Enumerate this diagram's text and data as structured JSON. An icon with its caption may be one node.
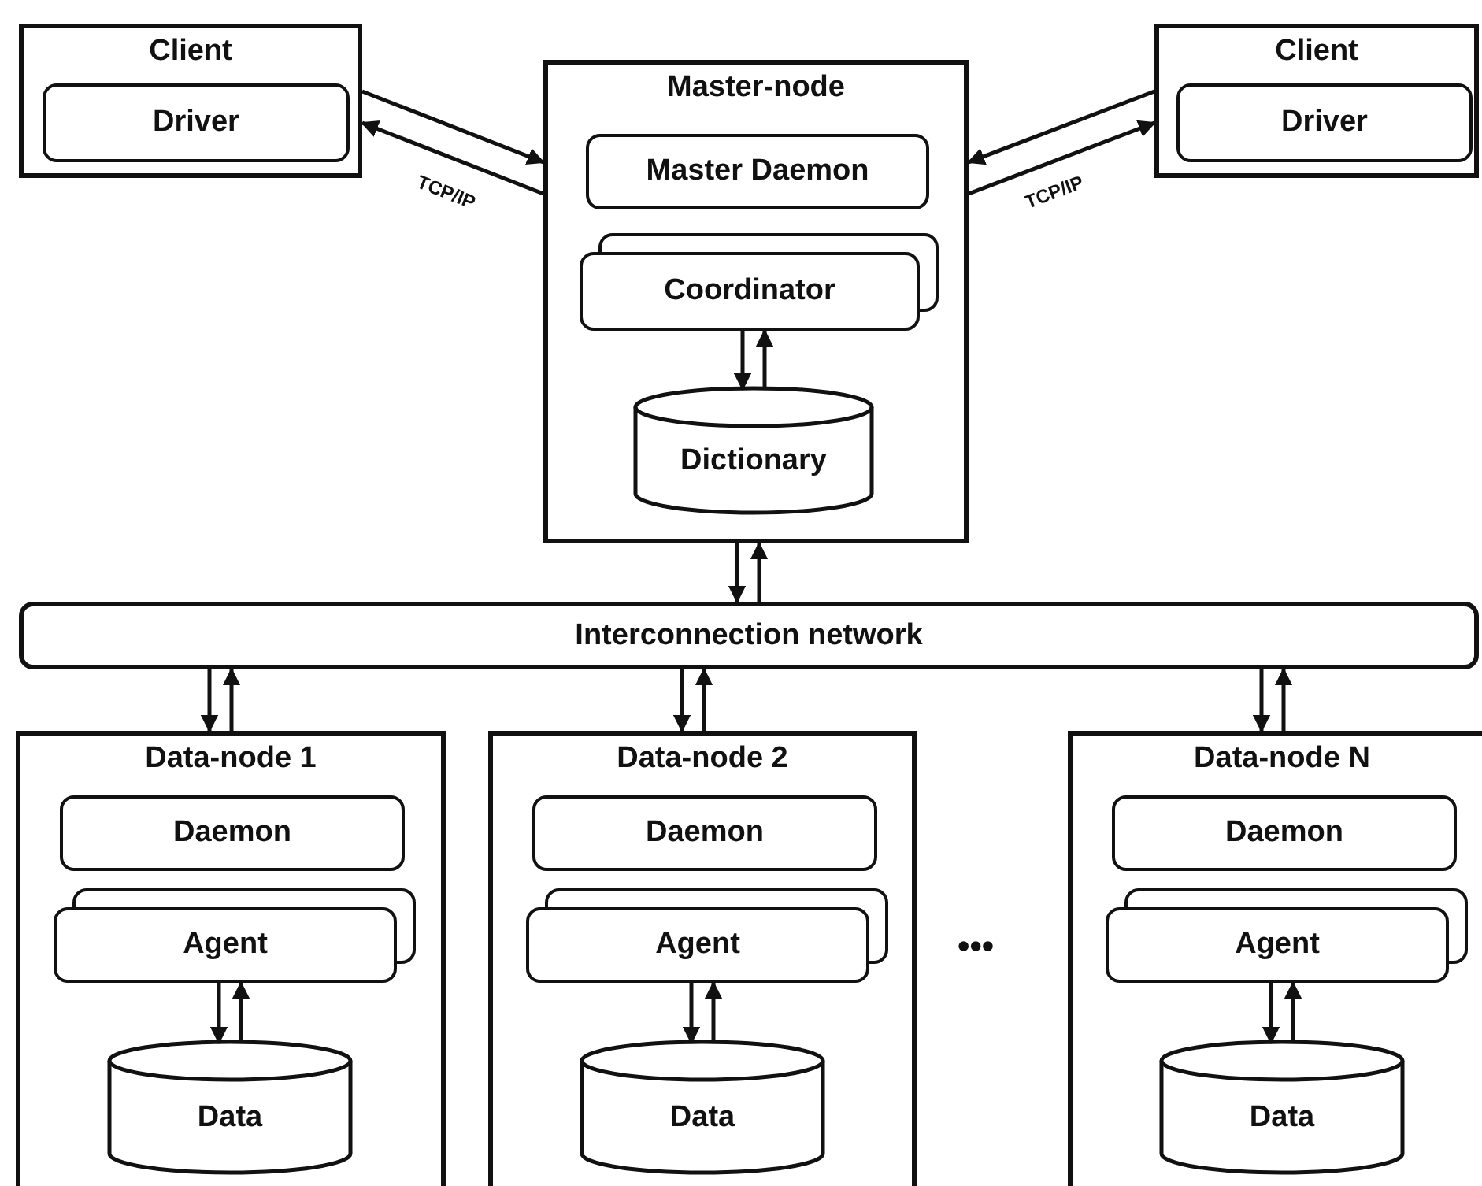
{
  "diagram": {
    "nodes": [
      {
        "text": [
          "Client"
        ]
      },
      {
        "text": [
          "Driver"
        ],
        "in": 0
      },
      {
        "text": [
          "Master-node"
        ]
      },
      {
        "text": [
          "Master Daemon"
        ],
        "in": 2
      },
      {
        "text": [
          "Coordinator"
        ],
        "in": 2
      },
      {
        "text": [
          "Dictionary"
        ],
        "in": 2
      },
      {
        "text": [
          "Client"
        ]
      },
      {
        "text": [
          "Driver"
        ],
        "in": 6
      },
      {
        "text": [
          "Interconnection network"
        ]
      },
      {
        "text": [
          "Data-node 1"
        ]
      },
      {
        "text": [
          "Daemon"
        ],
        "in": 9
      },
      {
        "text": [
          "Agent"
        ],
        "in": 9
      },
      {
        "text": [
          "Data"
        ],
        "in": 9
      },
      {
        "text": [
          "Data-node 2"
        ]
      },
      {
        "text": [
          "Daemon"
        ],
        "in": 13
      },
      {
        "text": [
          "Agent"
        ],
        "in": 13
      },
      {
        "text": [
          "Data"
        ],
        "in": 13
      },
      {
        "text": [
          "Data-node N"
        ]
      },
      {
        "text": [
          "Daemon"
        ],
        "in": 17
      },
      {
        "text": [
          "Agent"
        ],
        "in": 17
      },
      {
        "text": [
          "Data"
        ],
        "in": 17
      }
    ],
    "edges": [
      {
        "from": 0,
        "to": 2,
        "arrow": "to"
      },
      {
        "from": 2,
        "to": 0,
        "arrow": "to",
        "label": "TCP/IP"
      },
      {
        "from": 6,
        "to": 2,
        "arrow": "to"
      },
      {
        "from": 2,
        "to": 6,
        "arrow": "to",
        "label": "TCP/IP"
      },
      {
        "from": 4,
        "to": 5,
        "arrow": "to"
      },
      {
        "from": 5,
        "to": 4,
        "arrow": "to"
      },
      {
        "from": 2,
        "to": 8,
        "arrow": "to"
      },
      {
        "from": 8,
        "to": 2,
        "arrow": "to"
      },
      {
        "from": 8,
        "to": 9,
        "arrow": "to"
      },
      {
        "from": 9,
        "to": 8,
        "arrow": "to"
      },
      {
        "from": 8,
        "to": 13,
        "arrow": "to"
      },
      {
        "from": 13,
        "to": 8,
        "arrow": "to"
      },
      {
        "from": 8,
        "to": 17,
        "arrow": "to"
      },
      {
        "from": 17,
        "to": 8,
        "arrow": "to"
      },
      {
        "from": 11,
        "to": 12,
        "arrow": "to"
      },
      {
        "from": 12,
        "to": 11,
        "arrow": "to"
      },
      {
        "from": 15,
        "to": 16,
        "arrow": "to"
      },
      {
        "from": 16,
        "to": 15,
        "arrow": "to"
      },
      {
        "from": 19,
        "to": 20,
        "arrow": "to"
      },
      {
        "from": 20,
        "to": 19,
        "arrow": "to"
      }
    ],
    "labels": [
      "•••"
    ]
  }
}
